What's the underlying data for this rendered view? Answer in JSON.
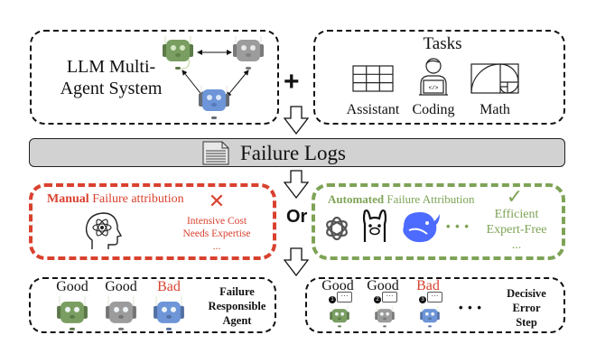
{
  "top_left": {
    "title_line1": "LLM Multi-",
    "title_line2": "Agent System",
    "agents": [
      {
        "color": "#7a9e62",
        "icon": "robot-icon"
      },
      {
        "color": "#9c9c9c",
        "icon": "robot-icon"
      },
      {
        "color": "#6d95d8",
        "icon": "robot-icon"
      }
    ]
  },
  "plus_symbol": "+",
  "tasks": {
    "title": "Tasks",
    "items": [
      {
        "label": "Assistant",
        "icon": "table-grid-icon"
      },
      {
        "label": "Coding",
        "icon": "coder-laptop-icon"
      },
      {
        "label": "Math",
        "icon": "golden-spiral-icon"
      }
    ]
  },
  "failure_logs": {
    "label": "Failure Logs",
    "icon": "document-icon"
  },
  "or_label": "Or",
  "manual": {
    "title_bold": "Manual",
    "title_rest": " Failure attribution",
    "mark": "✕",
    "points": [
      "Intensive Cost",
      "Needs Expertise",
      "..."
    ],
    "color": "#d9412f",
    "icon": "brain-atom-head-icon"
  },
  "automated": {
    "title_bold": "Automated",
    "title_rest": " Failure Attribution",
    "mark": "✓",
    "points": [
      "Efficient",
      "Expert-Free",
      "..."
    ],
    "color": "#7ea356",
    "logos": [
      "openai-logo-icon",
      "llama-logo-icon",
      "deepseek-whale-logo-icon"
    ],
    "ellipsis": "• • •"
  },
  "bottom_left": {
    "agents": [
      {
        "label": "Good",
        "color": "#7a9e62",
        "label_color": "#111111"
      },
      {
        "label": "Good",
        "color": "#9c9c9c",
        "label_color": "#111111"
      },
      {
        "label": "Bad",
        "color": "#6d95d8",
        "label_color": "#d9412f"
      }
    ],
    "caption": [
      "Failure",
      "Responsible",
      "Agent"
    ]
  },
  "bottom_right": {
    "agents": [
      {
        "label": "Good",
        "step": "1",
        "color": "#7a9e62",
        "label_color": "#111111"
      },
      {
        "label": "Good",
        "step": "2",
        "color": "#9c9c9c",
        "label_color": "#111111"
      },
      {
        "label": "Bad",
        "step": "3",
        "color": "#6d95d8",
        "label_color": "#d9412f"
      }
    ],
    "bubble_text": "···",
    "ellipsis": "• • •",
    "caption": [
      "Decisive",
      "Error",
      "Step"
    ]
  }
}
